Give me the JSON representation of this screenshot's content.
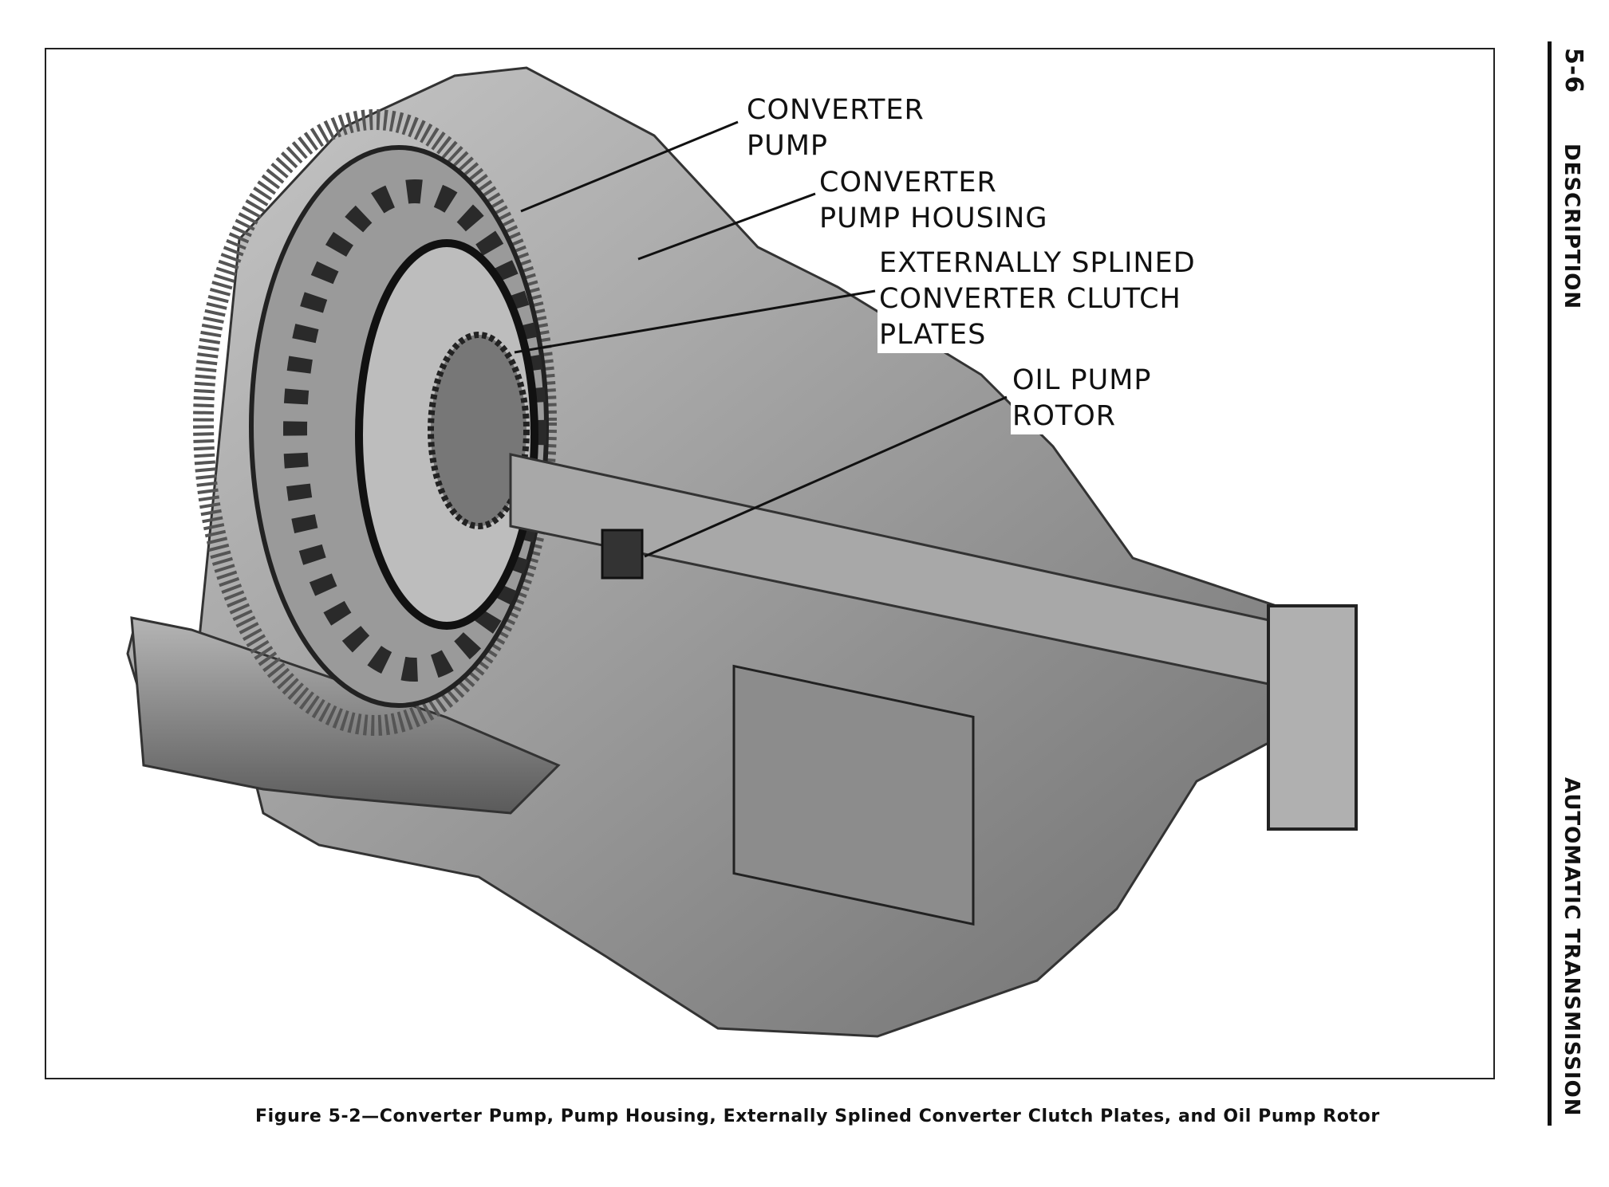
{
  "figure": {
    "labels": {
      "converter_pump": [
        "CONVERTER",
        "PUMP"
      ],
      "converter_pump_housing": [
        "CONVERTER",
        "PUMP HOUSING"
      ],
      "clutch_plates": [
        "EXTERNALLY SPLINED",
        "CONVERTER CLUTCH",
        "PLATES"
      ],
      "oil_pump_rotor": [
        "OIL PUMP",
        "ROTOR"
      ]
    },
    "caption": "Figure 5-2—Converter Pump, Pump Housing, Externally Splined Converter Clutch Plates, and Oil Pump Rotor"
  },
  "margin": {
    "page_number": "5-6",
    "section": "DESCRIPTION",
    "chapter": "AUTOMATIC TRANSMISSION"
  }
}
